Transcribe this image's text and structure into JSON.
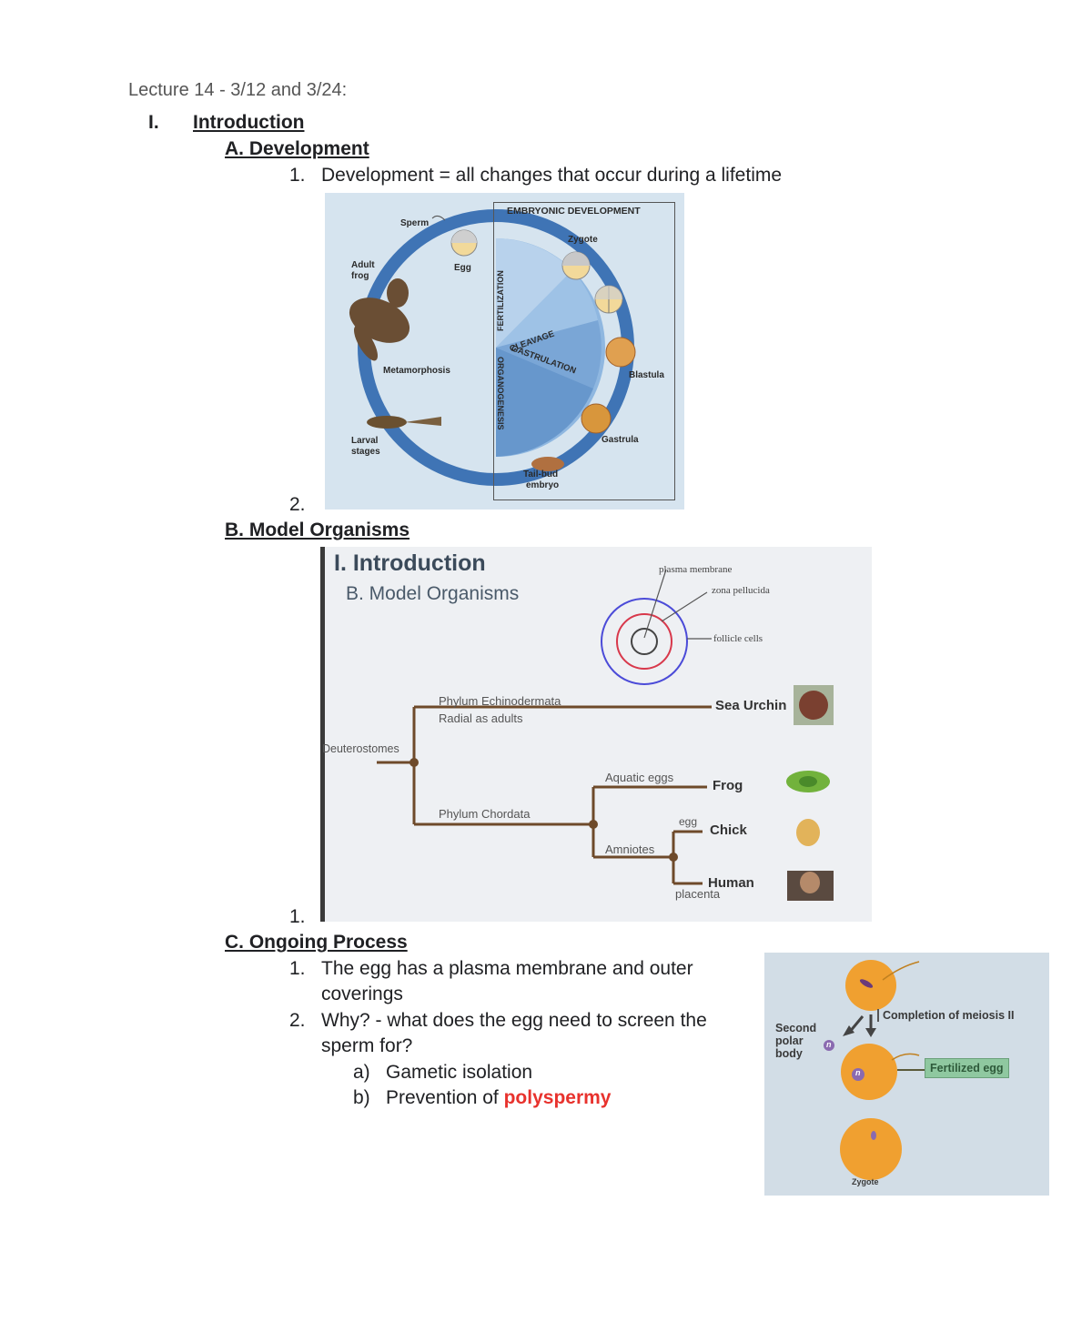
{
  "doc": {
    "heading": "Lecture 14 - 3/12 and 3/24:",
    "sec1": {
      "num": "I.",
      "title": "Introduction"
    },
    "secA": {
      "title": "A. Development",
      "item1_num": "1.",
      "item1_text": "Development = all changes that occur during a lifetime",
      "item2_num": "2."
    },
    "secB": {
      "title": "B. Model Organisms",
      "item1_num": "1."
    },
    "secC": {
      "title": "C. Ongoing Process",
      "item1_num": "1.",
      "item1_line1": "The egg has a plasma membrane and outer",
      "item1_line2": "coverings",
      "item2_num": "2.",
      "item2_line1": "Why? - what does the egg need to screen the",
      "item2_line2": "sperm for?",
      "sub_a_num": "a)",
      "sub_a_text": "Gametic isolation",
      "sub_b_num": "b)",
      "sub_b_text": "Prevention of ",
      "sub_b_red": "polyspermy"
    }
  },
  "fig_development": {
    "box_title": "EMBRYONIC DEVELOPMENT",
    "sperm": "Sperm",
    "egg": "Egg",
    "zygote": "Zygote",
    "adult_frog_1": "Adult",
    "adult_frog_2": "frog",
    "metamorphosis": "Metamorphosis",
    "larval_1": "Larval",
    "larval_2": "stages",
    "fertilization": "FERTILIZATION",
    "cleavage": "CLEAVAGE",
    "gastrulation": "GASTRULATION",
    "organogenesis": "ORGANOGENESIS",
    "blastula": "Blastula",
    "gastrula": "Gastrula",
    "tailbud_1": "Tail-bud",
    "tailbud_2": "embryo"
  },
  "fig_tree": {
    "title": "I. Introduction",
    "subtitle": "B. Model Organisms",
    "plasma_membrane": "plasma membrane",
    "zona_pellucida": "zona pellucida",
    "follicle_cells": "follicle cells",
    "phylum_echino": "Phylum Echinodermata",
    "radial": "Radial as adults",
    "deuterostomes": "Deuterostomes",
    "phylum_chordata": "Phylum Chordata",
    "aquatic_eggs": "Aquatic eggs",
    "amniotes": "Amniotes",
    "egg": "egg",
    "placenta": "placenta",
    "sea_urchin": "Sea Urchin",
    "frog": "Frog",
    "chick": "Chick",
    "human": "Human"
  },
  "fig_fert": {
    "completion": "Completion of meiosis II",
    "second_1": "Second",
    "second_2": "polar",
    "second_3": "body",
    "n": "n",
    "fertilized": "Fertilized egg",
    "zygote": "Zygote"
  }
}
